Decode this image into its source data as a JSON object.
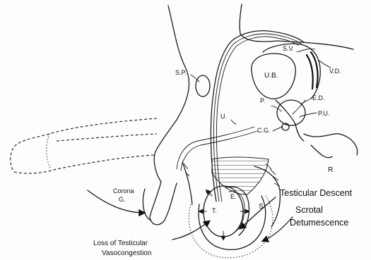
{
  "labels": {
    "sv": "S.V.",
    "vd": "V.D.",
    "ub": "U.B.",
    "sp": "S.P.",
    "p": "P.",
    "ed": "E.D.",
    "pu": "P.U.",
    "cg": "C.G.",
    "u": "U.",
    "r": "R",
    "corona_line1": "Corona",
    "corona_line2": "G.",
    "t": "T.",
    "e": "E.",
    "s": "S",
    "testicular_descent": "Testicular Descent",
    "scrotal_line1": "Scrotal",
    "scrotal_line2": "Detumescence",
    "loss_line1": "Loss of Testicular",
    "loss_line2": "Vasocongestion"
  }
}
